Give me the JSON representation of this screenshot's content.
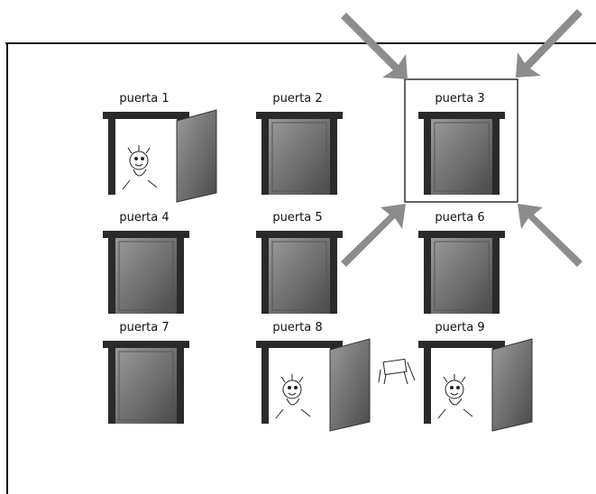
{
  "doors": [
    {
      "label": "puerta 1",
      "state": "open",
      "figure": "character"
    },
    {
      "label": "puerta 2",
      "state": "closed"
    },
    {
      "label": "puerta 3",
      "state": "closed",
      "highlighted": true
    },
    {
      "label": "puerta 4",
      "state": "closed"
    },
    {
      "label": "puerta 5",
      "state": "closed"
    },
    {
      "label": "puerta 6",
      "state": "closed"
    },
    {
      "label": "puerta 7",
      "state": "closed"
    },
    {
      "label": "puerta 8",
      "state": "open",
      "figure": "character"
    },
    {
      "label": "puerta 9",
      "state": "open",
      "figure": "character"
    }
  ],
  "colors": {
    "frame": "#2a2a2a",
    "door_light": "#9a9a9a",
    "door_dark": "#4a4a4a",
    "arrow": "#8c8c8c",
    "border": "#111111"
  },
  "icons": [
    "arrow-icon",
    "door-icon",
    "character-icon",
    "chair-icon"
  ]
}
